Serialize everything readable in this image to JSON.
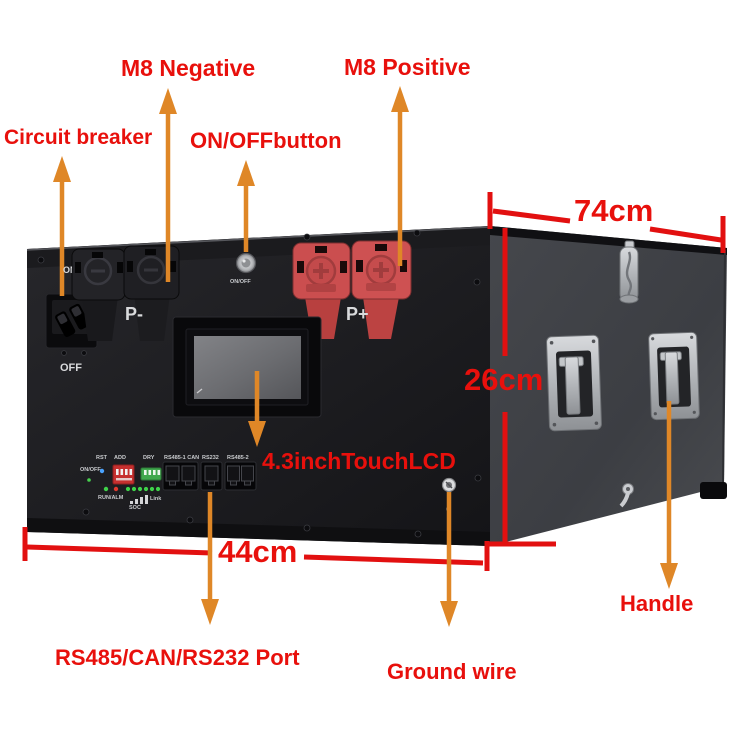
{
  "figure": {
    "type": "annotated-product-diagram",
    "subject": "rack-mount battery pack front/side view"
  },
  "annotations": {
    "labels": {
      "circuit_breaker": "Circuit breaker",
      "m8_negative": "M8 Negative",
      "on_off_button": "ON/OFFbutton",
      "m8_positive": "M8 Positive",
      "touch_lcd": "4.3inchTouchLCD",
      "comm_port": "RS485/CAN/RS232 Port",
      "ground_wire": "Ground wire",
      "handle": "Handle"
    },
    "dimensions": {
      "depth": "74cm",
      "height": "26cm",
      "width": "44cm"
    },
    "colors": {
      "label_red": "#e8100c",
      "arrow_orange": "#df8727",
      "dimension_red": "#e21010"
    }
  },
  "device": {
    "terminals": {
      "negative": "P-",
      "positive": "P+"
    },
    "breaker": {
      "on": "ON",
      "off": "OFF"
    },
    "power_button_label": "ON/OFF",
    "io_labels": [
      "RST",
      "ADD",
      "DRY",
      "RS485-1 CAN",
      "RS232",
      "RS485-2"
    ],
    "status_labels": {
      "on_off": "ON/OFF",
      "run_alm": "RUN/ALM",
      "soc": "SOC",
      "link": "Link"
    }
  }
}
